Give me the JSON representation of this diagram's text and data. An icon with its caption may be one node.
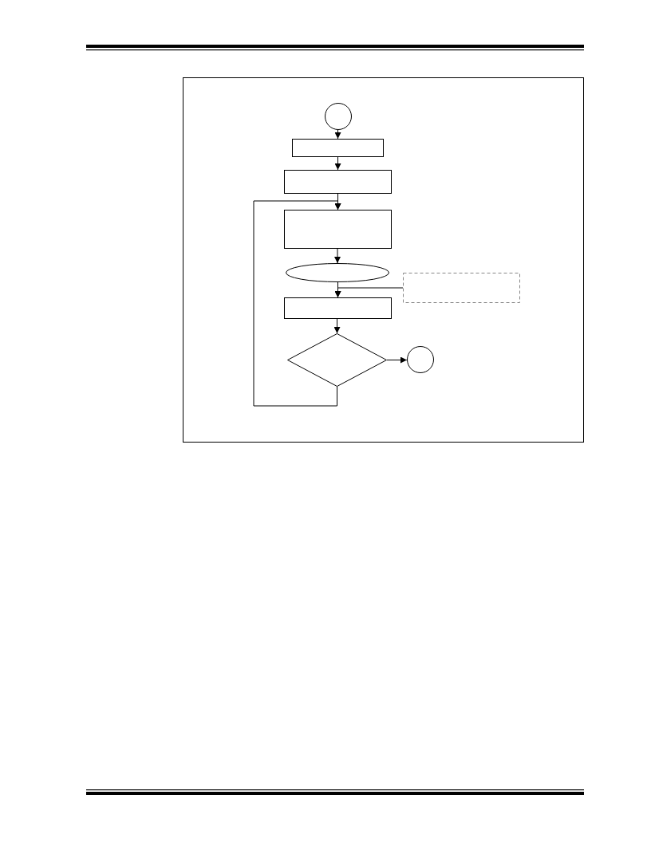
{
  "diagram": {
    "nodes": [
      {
        "text": [],
        "shape": "circle"
      },
      {
        "text": [],
        "shape": "box"
      },
      {
        "text": [],
        "shape": "box"
      },
      {
        "text": [],
        "shape": "box"
      },
      {
        "text": [],
        "shape": "ellipse"
      },
      {
        "text": [],
        "shape": "box"
      },
      {
        "text": [],
        "shape": "box"
      },
      {
        "text": [],
        "shape": "diamond"
      },
      {
        "text": [],
        "shape": "circle"
      }
    ],
    "edges": [
      {
        "from": 0,
        "to": 1,
        "arrow": "to"
      },
      {
        "from": 1,
        "to": 2,
        "arrow": "to"
      },
      {
        "from": 2,
        "to": 3,
        "arrow": "to"
      },
      {
        "from": 3,
        "to": 4,
        "arrow": "to"
      },
      {
        "from": 4,
        "to": 6,
        "arrow": "to"
      },
      {
        "from": 5,
        "to": 6,
        "arrow": "to"
      },
      {
        "from": 6,
        "to": 7,
        "arrow": "to"
      },
      {
        "from": 7,
        "to": 8,
        "arrow": "to"
      },
      {
        "from": 7,
        "to": 3,
        "arrow": "to"
      }
    ]
  }
}
